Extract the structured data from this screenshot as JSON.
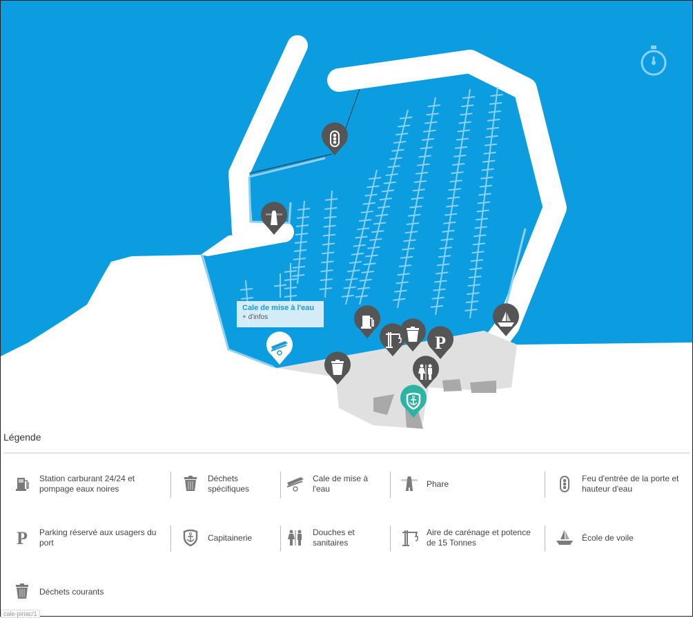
{
  "colors": {
    "sea": "#0c9de0",
    "land": "#ffffff",
    "quay": "#e0e0e0",
    "building": "#a9a9a9",
    "pin": "#555555",
    "pin_active": "#2bb3a3",
    "accent_text": "#1a9ad6"
  },
  "map": {
    "compass_icon": "compass-icon",
    "tooltip": {
      "title": "Cale de mise à l'eau",
      "link": "+ d'infos"
    },
    "pins": [
      {
        "icon": "traffic-light-icon",
        "label": "Feu d'entrée de la porte et hauteur d'eau"
      },
      {
        "icon": "lighthouse-icon",
        "label": "Phare"
      },
      {
        "icon": "fuel-pump-icon",
        "label": "Station carburant"
      },
      {
        "icon": "crane-icon",
        "label": "Aire de carénage"
      },
      {
        "icon": "trash-icon",
        "label": "Déchets spécifiques"
      },
      {
        "icon": "parking-icon",
        "label": "Parking"
      },
      {
        "icon": "sailboat-icon",
        "label": "École de voile"
      },
      {
        "icon": "trash-icon",
        "label": "Déchets courants"
      },
      {
        "icon": "toilets-icon",
        "label": "Douches et sanitaires"
      },
      {
        "icon": "harbor-office-icon",
        "label": "Capitainerie"
      },
      {
        "icon": "boat-trailer-icon",
        "label": "Cale de mise à l'eau"
      }
    ]
  },
  "legend": {
    "title": "Légende",
    "items": [
      {
        "icon": "fuel-pump-icon",
        "label": "Station carburant 24/24 et pompage eaux noires"
      },
      {
        "icon": "trash-icon",
        "label": "Déchets spécifiques"
      },
      {
        "icon": "boat-trailer-icon",
        "label": "Cale de mise à l'eau"
      },
      {
        "icon": "lighthouse-icon",
        "label": "Phare"
      },
      {
        "icon": "traffic-light-icon",
        "label": "Feu d'entrée de la porte et hauteur d'eau"
      },
      {
        "icon": "parking-icon",
        "label": "Parking réservé aux usagers du port"
      },
      {
        "icon": "harbor-office-icon",
        "label": "Capitainerie"
      },
      {
        "icon": "toilets-icon",
        "label": "Douches et sanitaires"
      },
      {
        "icon": "crane-icon",
        "label": "Aire de carénage et potence de 15 Tonnes"
      },
      {
        "icon": "sailboat-icon",
        "label": "École de voile"
      },
      {
        "icon": "trash-icon",
        "label": "Déchets courants"
      }
    ]
  },
  "status_url": "cale-piriac/1"
}
